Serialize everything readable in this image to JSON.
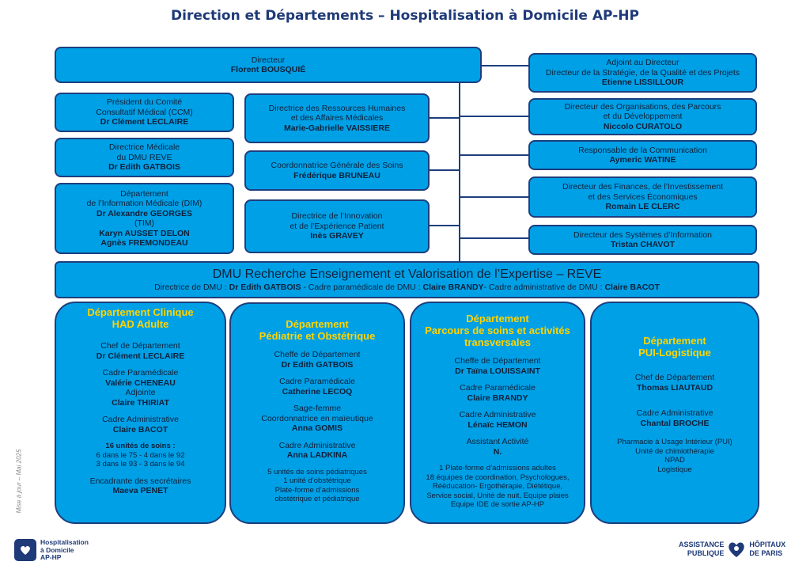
{
  "title": "Direction et Départements – Hospitalisation à Domicile AP-HP",
  "directeur": {
    "role": "Directeur",
    "name": "Florent BOUSQUIÉ"
  },
  "left": [
    {
      "lines": [
        "Président du Comité",
        "Consultatif Médical (CCM)"
      ],
      "names": [
        "Dr Clément LECLAIRE"
      ]
    },
    {
      "lines": [
        "Directrice Médicale",
        "du DMU REVE"
      ],
      "names": [
        "Dr Edith GATBOIS"
      ]
    },
    {
      "lines": [
        "Département",
        "de l’Information Médicale (DIM)"
      ],
      "names": [
        "Dr Alexandre GEORGES"
      ],
      "lines2": [
        "(TIM)"
      ],
      "names2": [
        "Karyn AUSSET DELON",
        "Agnès FREMONDEAU"
      ]
    }
  ],
  "center": [
    {
      "lines": [
        "Directrice des Ressources Humaines",
        "et des Affaires Médicales"
      ],
      "names": [
        "Marie-Gabrielle VAISSIERE"
      ]
    },
    {
      "lines": [
        "Coordonnatrice Générale des Soins"
      ],
      "names": [
        "Frédérique BRUNEAU"
      ]
    },
    {
      "lines": [
        "Directrice de l’Innovation",
        "et de l’Expérience Patient"
      ],
      "names": [
        "Inès GRAVEY"
      ]
    }
  ],
  "right": [
    {
      "lines": [
        "Adjoint au Directeur",
        "Directeur de la Stratégie, de la Qualité et des Projets"
      ],
      "names": [
        "Etienne LISSILLOUR"
      ]
    },
    {
      "lines": [
        "Directeur des Organisations, des Parcours",
        "et du Développement"
      ],
      "names": [
        "Niccolo CURATOLO"
      ]
    },
    {
      "lines": [
        "Responsable de la Communication"
      ],
      "names": [
        "Aymeric WATINE"
      ]
    },
    {
      "lines": [
        "Directeur des Finances, de l’Investissement",
        "et des Services Économiques"
      ],
      "names": [
        "Romain LE CLERC"
      ]
    },
    {
      "lines": [
        "Directeur des Systèmes d’Information"
      ],
      "names": [
        "Tristan CHAVOT"
      ]
    }
  ],
  "dmu": {
    "title": "DMU Recherche Enseignement et Valorisation de l’Expertise – REVE",
    "sub1": "Directrice de DMU : ",
    "sub1b": "Dr Edith GATBOIS",
    "sub2": " - Cadre paramédicale de DMU : ",
    "sub2b": "Claire BRANDY",
    "sub3": "- Cadre administrative de DMU : ",
    "sub3b": "Claire BACOT"
  },
  "depts": [
    {
      "title": [
        "Département Clinique",
        "HAD Adulte"
      ],
      "blocks": [
        {
          "lines": [
            "Chef de Département"
          ],
          "names": [
            "Dr Clément LECLAIRE"
          ]
        },
        {
          "lines": [
            "Cadre Paramédicale"
          ],
          "names": [
            "Valérie CHENEAU"
          ],
          "lines2": [
            "Adjointe"
          ],
          "names2": [
            "Claire THIRIAT"
          ]
        },
        {
          "lines": [
            "Cadre Administrative"
          ],
          "names": [
            "Claire BACOT"
          ]
        },
        {
          "small_bold": "16 unités de soins :",
          "small": [
            "6 dans le 75 - 4 dans le 92",
            "3 dans le 93 - 3 dans le 94"
          ]
        },
        {
          "lines": [
            "Encadrante des secrétaires"
          ],
          "names": [
            "Maeva PENET"
          ]
        }
      ]
    },
    {
      "title": [
        "Département",
        "Pédiatrie et Obstétrique"
      ],
      "blocks": [
        {
          "lines": [
            "Cheffe de Département"
          ],
          "names": [
            "Dr Edith GATBOIS"
          ]
        },
        {
          "lines": [
            "Cadre Paramédicale"
          ],
          "names": [
            "Catherine LECOQ"
          ]
        },
        {
          "lines": [
            "Sage-femme",
            "Coordonnatrice en maïeutique"
          ],
          "names": [
            "Anna GOMIS"
          ]
        },
        {
          "lines": [
            "Cadre Administrative"
          ],
          "names": [
            "Anna LADKINA"
          ]
        },
        {
          "small": [
            "5 unités de soins pédiatriques",
            "1 unité d’obstétrique",
            "Plate-forme d’admissions",
            "obstétrique et pédiatrique"
          ]
        }
      ]
    },
    {
      "title": [
        "Département",
        "Parcours de soins et activités",
        "transversales"
      ],
      "blocks": [
        {
          "lines": [
            "Cheffe de Département"
          ],
          "names": [
            "Dr Taïna LOUISSAINT"
          ]
        },
        {
          "lines": [
            "Cadre Paramédicale"
          ],
          "names": [
            "Claire BRANDY"
          ]
        },
        {
          "lines": [
            "Cadre Administrative"
          ],
          "names": [
            "Lénaïc HEMON"
          ]
        },
        {
          "lines": [
            "Assistant Activité"
          ],
          "names": [
            "N."
          ]
        },
        {
          "small": [
            "1 Plate-forme d’admissions adultes",
            "18 équipes de coordination, Psychologues,",
            "Rééducation- Ergothérapie, Diététique,",
            "Service social, Unité de nuit, Equipe plaies",
            "Equipe IDE de sortie AP-HP"
          ]
        }
      ]
    },
    {
      "title": [
        "Département",
        "PUI-Logistique"
      ],
      "blocks": [
        {
          "lines": [
            "Chef de Département"
          ],
          "names": [
            "Thomas LIAUTAUD"
          ]
        },
        {
          "lines": [
            "Cadre Administrative"
          ],
          "names": [
            "Chantal BROCHE"
          ]
        },
        {
          "small": [
            "Pharmacie à Usage Intérieur (PUI)",
            "Unité de chimiothérapie",
            "NPAD",
            "Logistique"
          ]
        }
      ]
    }
  ],
  "side_note": "Mise à jour – Mai 2025",
  "logo_left": [
    "Hospitalisation",
    "à Domicile",
    "AP-HP"
  ],
  "logo_right": {
    "left": [
      "ASSISTANCE",
      "PUBLIQUE"
    ],
    "right": [
      "HÔPITAUX",
      "DE PARIS"
    ]
  }
}
